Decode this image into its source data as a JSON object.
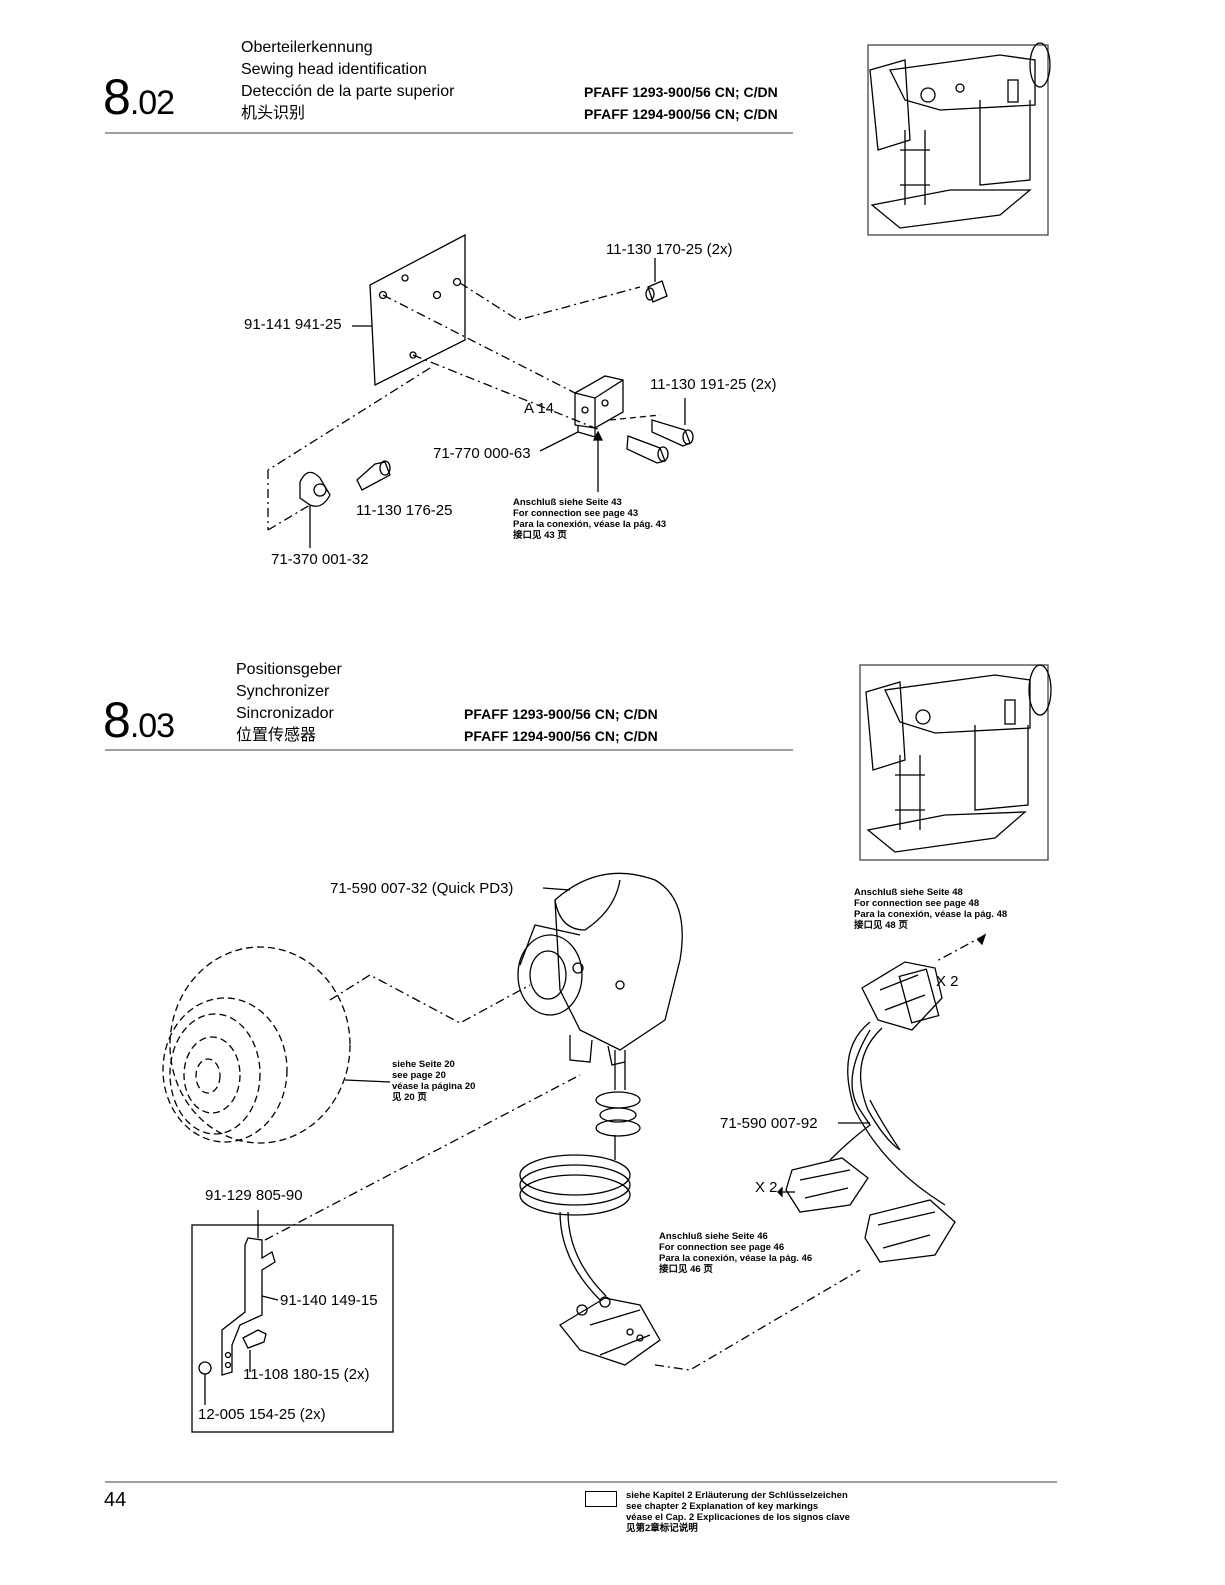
{
  "sections": [
    {
      "number_major": "8",
      "number_minor": ".02",
      "titles": [
        "Oberteilerkennung",
        "Sewing head identification",
        "Detección de la parte superior",
        "机头识别"
      ],
      "models": [
        "PFAFF 1293-900/56 CN; C/DN",
        "PFAFF 1294-900/56 CN; C/DN"
      ],
      "parts": {
        "p1": "11-130 170-25 (2x)",
        "p2": "91-141 941-25",
        "p3": "11-130 191-25 (2x)",
        "p4": "A 14",
        "p5": "71-770 000-63",
        "p6": "11-130 176-25",
        "p7": "71-370 001-32"
      },
      "note": [
        "Anschluß siehe Seite 43",
        "For connection see page 43",
        "Para la conexión, véase la pág. 43",
        "接口见 43 页"
      ]
    },
    {
      "number_major": "8",
      "number_minor": ".03",
      "titles": [
        "Positionsgeber",
        "Synchronizer",
        "Sincronizador",
        "位置传感器"
      ],
      "models": [
        "PFAFF 1293-900/56 CN; C/DN",
        "PFAFF 1294-900/56 CN; C/DN"
      ],
      "parts": {
        "p1": "71-590 007-32 (Quick PD3)",
        "p2": "91-129 805-90",
        "p3": "91-140 149-15",
        "p4": "11-108 180-15 (2x)",
        "p5": "12-005 154-25 (2x)",
        "p6": "71-590 007-92",
        "p7": "X 2",
        "p8": "X 2"
      },
      "note_top": [
        "Anschluß siehe Seite 48",
        "For connection see page 48",
        "Para la conexión, véase la pág. 48",
        "接口见 48 页"
      ],
      "note_mid": [
        "siehe Seite 20",
        "see page 20",
        "véase la página 20",
        "见 20 页"
      ],
      "note_bottom": [
        "Anschluß siehe Seite 46",
        "For connection see page 46",
        "Para la conexión, véase la pág. 46",
        "接口见 46 页"
      ]
    }
  ],
  "footer": {
    "page_number": "44",
    "key_note": [
      "siehe Kapitel 2 Erläuterung der Schlüsselzeichen",
      "see chapter 2 Explanation of key markings",
      "véase el Cap. 2 Explicaciones de los signos clave",
      "见第2章标记说明"
    ]
  }
}
